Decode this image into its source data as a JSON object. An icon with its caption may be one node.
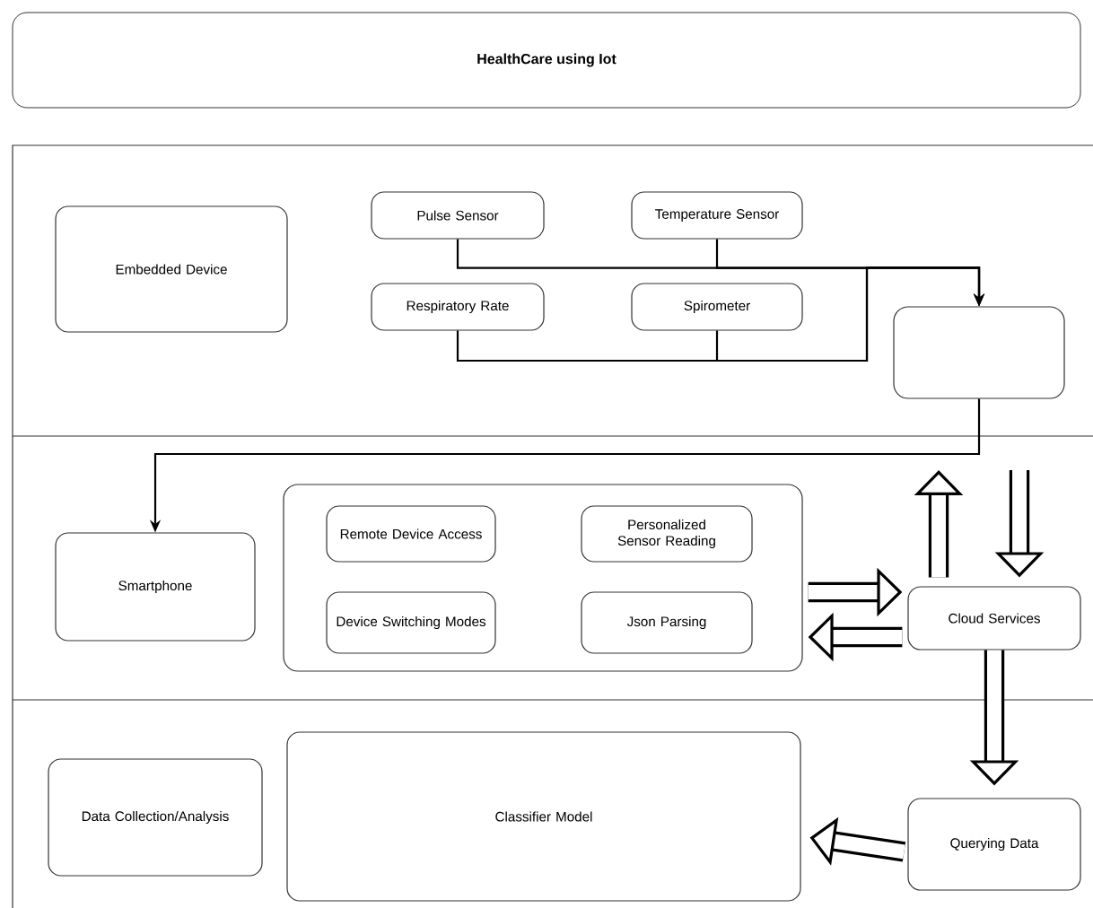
{
  "diagram": {
    "title": "HealthCare using Iot",
    "nodes": [
      {
        "text": [
          "Embedded Device"
        ]
      },
      {
        "text": [
          "Pulse Sensor"
        ]
      },
      {
        "text": [
          "Temperature Sensor"
        ]
      },
      {
        "text": [
          "Respiratory Rate"
        ]
      },
      {
        "text": [
          "Spirometer"
        ]
      },
      {
        "text": [],
        "shape": "box"
      },
      {
        "text": [
          "Smartphone"
        ]
      },
      {
        "text": [],
        "shape": "box"
      },
      {
        "text": [
          "Remote Device Access"
        ],
        "in": 7
      },
      {
        "text": [
          "Personalized Sensor Reading"
        ],
        "in": 7
      },
      {
        "text": [
          "Device Switching Modes"
        ],
        "in": 7
      },
      {
        "text": [
          "Json Parsing"
        ],
        "in": 7
      },
      {
        "text": [
          "Cloud Services"
        ]
      },
      {
        "text": [
          "Data Collection/Analysis"
        ]
      },
      {
        "text": [
          "Classifier Model"
        ]
      },
      {
        "text": [
          "Querying Data"
        ]
      }
    ],
    "edges": [
      {
        "from": 1,
        "to": 5,
        "arrow": "to"
      },
      {
        "from": 2,
        "to": 5,
        "arrow": "to"
      },
      {
        "from": 3,
        "to": 5,
        "arrow": "to"
      },
      {
        "from": 4,
        "to": 5,
        "arrow": "to"
      },
      {
        "from": 5,
        "to": 6,
        "arrow": "to"
      },
      {
        "from": 7,
        "to": 12,
        "arrow": "to"
      },
      {
        "from": 12,
        "to": 7,
        "arrow": "to"
      },
      {
        "from": 12,
        "to": null,
        "arrow": "to"
      },
      {
        "from": null,
        "to": 12,
        "arrow": "to"
      },
      {
        "from": 12,
        "to": 15,
        "arrow": "to"
      },
      {
        "from": 15,
        "to": 14,
        "arrow": "to"
      }
    ]
  }
}
